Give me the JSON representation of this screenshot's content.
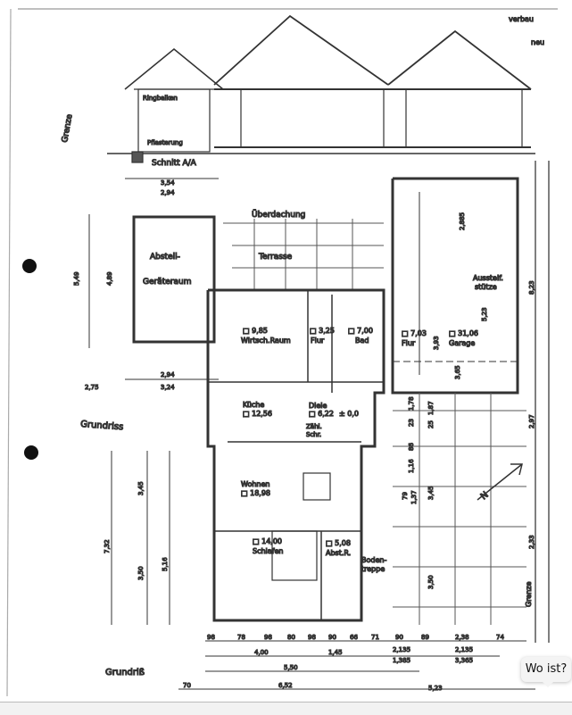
{
  "plan": {
    "section_title": "Schnitt A/A",
    "section_labels": {
      "ringbalken": "Ringbalken",
      "pflasterung": "Pflasterung",
      "grenze": "Grenze"
    },
    "roofing": "Überdachung",
    "terrace": "Terrasse",
    "storage": {
      "name_line1": "Abstell-",
      "name_line2": "Geräteraum"
    },
    "rooms": [
      {
        "name": "Wirtsch.Raum",
        "area": "□ 9,85"
      },
      {
        "name": "Flur",
        "area": "□ 3,25"
      },
      {
        "name": "Bad",
        "area": "□ 7,00"
      },
      {
        "name": "Flur",
        "area": "□ 7,03"
      },
      {
        "name": "Garage",
        "area": "□ 31,06"
      },
      {
        "name": "Küche",
        "area": "□ 12,56"
      },
      {
        "name": "Diele",
        "area": "□ 6,22"
      },
      {
        "name": "Wohnen",
        "area": "□ 18,98"
      },
      {
        "name": "Schlafen",
        "area": "□ 14,00"
      },
      {
        "name": "Abst.R.",
        "area": "□ 5,08"
      }
    ],
    "level": "± 0,0",
    "meter_cabinet": {
      "line1": "Zähl.",
      "line2": "Schr."
    },
    "attic_stair": {
      "line1": "Boden-",
      "line2": "treppe"
    },
    "support": {
      "line1": "Aussteif.",
      "line2": "stütze"
    },
    "grundriss_top": "Grundriss",
    "grundriss_bottom": "Grundriß",
    "boundary": "Grenze",
    "corner_notes": [
      "verbau",
      "neu"
    ],
    "dimensions": {
      "top": [
        "3,54",
        "2,94",
        "3,24",
        "2,75"
      ],
      "left": [
        "5,49",
        "4,89",
        "7,32",
        "3,45",
        "3,50",
        "5,16"
      ],
      "bottom_row1": [
        "98",
        "78",
        "98",
        "80",
        "98",
        "90",
        "66",
        "71",
        "90",
        "89",
        "2,38",
        "74"
      ],
      "bottom_row2": [
        "4,00",
        "1,45",
        "2,135",
        "2,135"
      ],
      "bottom_row3": [
        "5,50",
        "1,385",
        "3,365"
      ],
      "bottom_row4": [
        "6,52",
        "5,23",
        "70"
      ],
      "garage": [
        "2,885",
        "5,23",
        "3,93",
        "3,65",
        "8,23",
        "2,97",
        "2,33"
      ],
      "path": [
        "1,78",
        "23",
        "86",
        "1,16",
        "79",
        "1,37",
        "25",
        "1,87",
        "3,45",
        "3,50"
      ]
    },
    "north_label": "N"
  },
  "tooltip": {
    "label": "Wo ist?"
  }
}
